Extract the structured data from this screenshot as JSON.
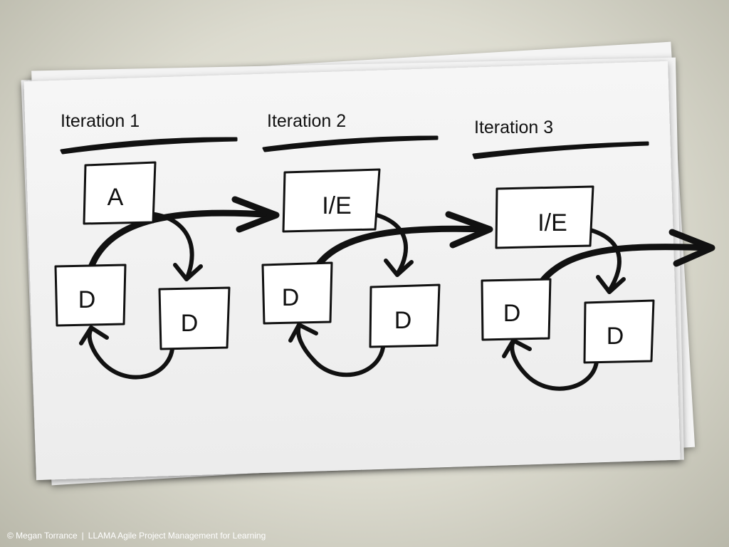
{
  "iterations": [
    {
      "title": "Iteration 1",
      "boxes": [
        {
          "label": "A"
        },
        {
          "label": "D"
        },
        {
          "label": "D"
        }
      ]
    },
    {
      "title": "Iteration 2",
      "boxes": [
        {
          "label": "I/E"
        },
        {
          "label": "D"
        },
        {
          "label": "D"
        }
      ]
    },
    {
      "title": "Iteration 3",
      "boxes": [
        {
          "label": "I/E"
        },
        {
          "label": "D"
        },
        {
          "label": "D"
        }
      ]
    }
  ],
  "footer": {
    "copyright": "© Megan Torrance",
    "separator": "|",
    "source": "LLAMA Agile Project Management for Learning"
  },
  "colors": {
    "ink": "#111111",
    "paper": "#f7f7f7",
    "box_fill": "#ffffff",
    "footer_text": "#ffffff"
  }
}
